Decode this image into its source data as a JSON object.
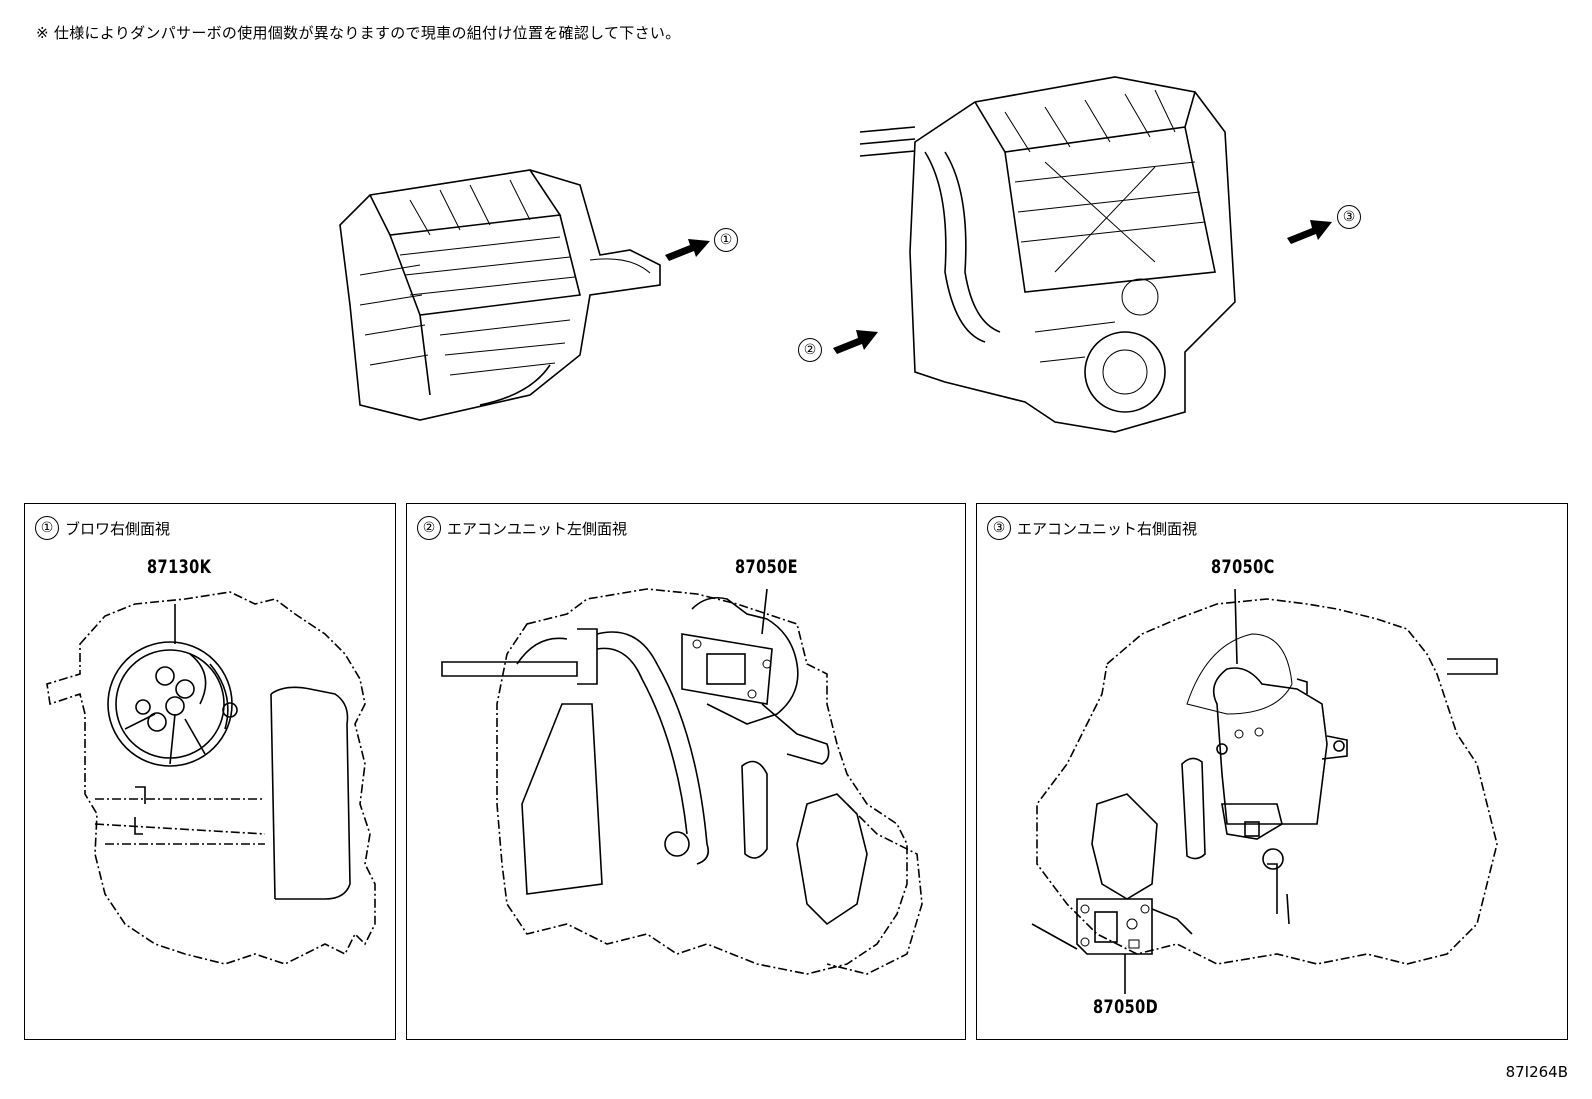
{
  "note": "※ 仕様によりダンパサーボの使用個数が異なりますので現車の組付け位置を確認して下さい。",
  "callouts": [
    {
      "num": "①"
    },
    {
      "num": "②"
    },
    {
      "num": "③"
    }
  ],
  "panels": [
    {
      "num": "①",
      "title": "ブロワ右側面視",
      "part": "87130K"
    },
    {
      "num": "②",
      "title": "エアコンユニット左側面視",
      "part": "87050E"
    },
    {
      "num": "③",
      "title": "エアコンユニット右側面視",
      "parts": [
        "87050C",
        "87050D"
      ]
    }
  ],
  "figure_id": "87I264B"
}
